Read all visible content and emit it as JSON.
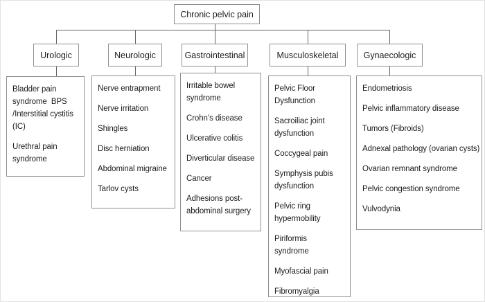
{
  "root": {
    "label": "Chronic pelvic pain"
  },
  "colors": {
    "box_border": "#8f8f8f",
    "connector_line": "#636363",
    "text": "#1c1c1c",
    "background": "#ffffff"
  },
  "branches": [
    {
      "label": "Urologic",
      "items": [
        "Bladder pain\nsyndrome  BPS\n/Interstitial cystitis\n(IC)",
        "Urethral pain\nsyndrome"
      ]
    },
    {
      "label": "Neurologic",
      "items": [
        "Nerve entrapment",
        "Nerve irritation",
        "Shingles",
        "Disc herniation",
        "Abdominal migraine",
        "Tarlov cysts"
      ]
    },
    {
      "label": "Gastrointestinal",
      "items": [
        "Irritable bowel\nsyndrome",
        "Crohn’s disease",
        "Ulcerative colitis",
        "Diverticular disease",
        "Cancer",
        "Adhesions post-\nabdominal surgery"
      ]
    },
    {
      "label": "Musculoskeletal",
      "items": [
        "Pelvic Floor\nDysfunction",
        "Sacroiliac joint\ndysfunction",
        "Coccygeal pain",
        "Symphysis pubis\ndysfunction",
        "Pelvic ring\nhypermobility",
        "Piriformis\nsyndrome",
        "Myofascial pain",
        "Fibromyalgia"
      ]
    },
    {
      "label": "Gynaecologic",
      "items": [
        "Endometriosis",
        "Pelvic inflammatory disease",
        "Tumors (Fibroids)",
        "Adnexal pathology (ovarian cysts)",
        "Ovarian remnant syndrome",
        "Pelvic congestion syndrome",
        "Vulvodynia"
      ]
    }
  ]
}
